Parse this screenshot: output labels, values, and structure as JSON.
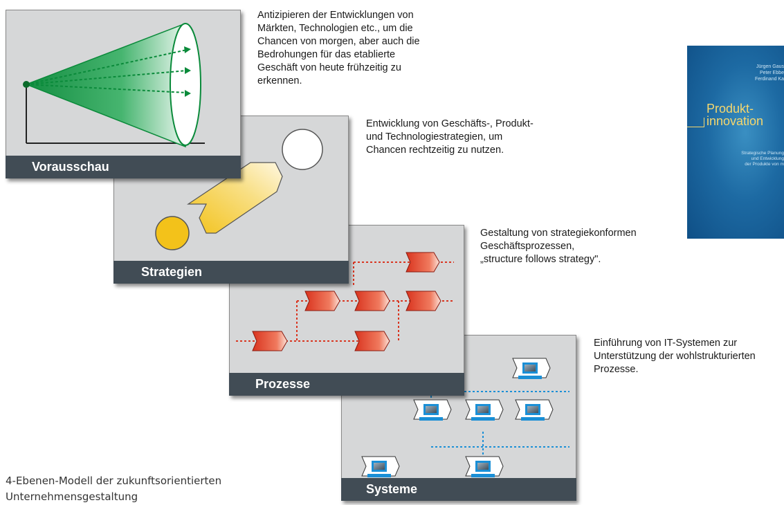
{
  "levels": [
    {
      "name": "Vorausschau",
      "description": [
        "Antizipieren der Entwicklungen von",
        "Märkten, Technologien etc., um die",
        "Chancen von morgen, aber auch die",
        "Bedrohungen für das etablierte",
        "Geschäft von heute frühzeitig zu",
        "erkennen."
      ]
    },
    {
      "name": "Strategien",
      "description": [
        "Entwicklung von Geschäfts-, Produkt-",
        "und Technologiestrategien, um",
        "Chancen rechtzeitig zu nutzen."
      ]
    },
    {
      "name": "Prozesse",
      "description": [
        "Gestaltung von strategiekonformen",
        "Geschäftsprozessen,",
        "„structure follows strategy\"."
      ]
    },
    {
      "name": "Systeme",
      "description": [
        "Einführung von IT-Systemen zur",
        "Unterstützung der wohlstrukturierten",
        "Prozesse."
      ]
    }
  ],
  "caption": [
    "4-Ebenen-Modell der zukunftsorientierten",
    "Unternehmensgestaltung"
  ],
  "book": {
    "authors": [
      "Jürgen Gaus",
      "Peter Ebbe",
      "Ferdinand Ka"
    ],
    "title": [
      "Produkt-",
      "innovation"
    ],
    "subtitle": [
      "Strategische Planung",
      "und Entwicklung",
      "der Produkte von m"
    ]
  },
  "colors": {
    "panel_bg": "#d6d7d8",
    "label_bar": "#414c55",
    "foresight_green": "#1a9a4a",
    "strategy_yellow": "#f3c21a",
    "process_red": "#d9341f",
    "system_blue": "#1a8fd6"
  }
}
